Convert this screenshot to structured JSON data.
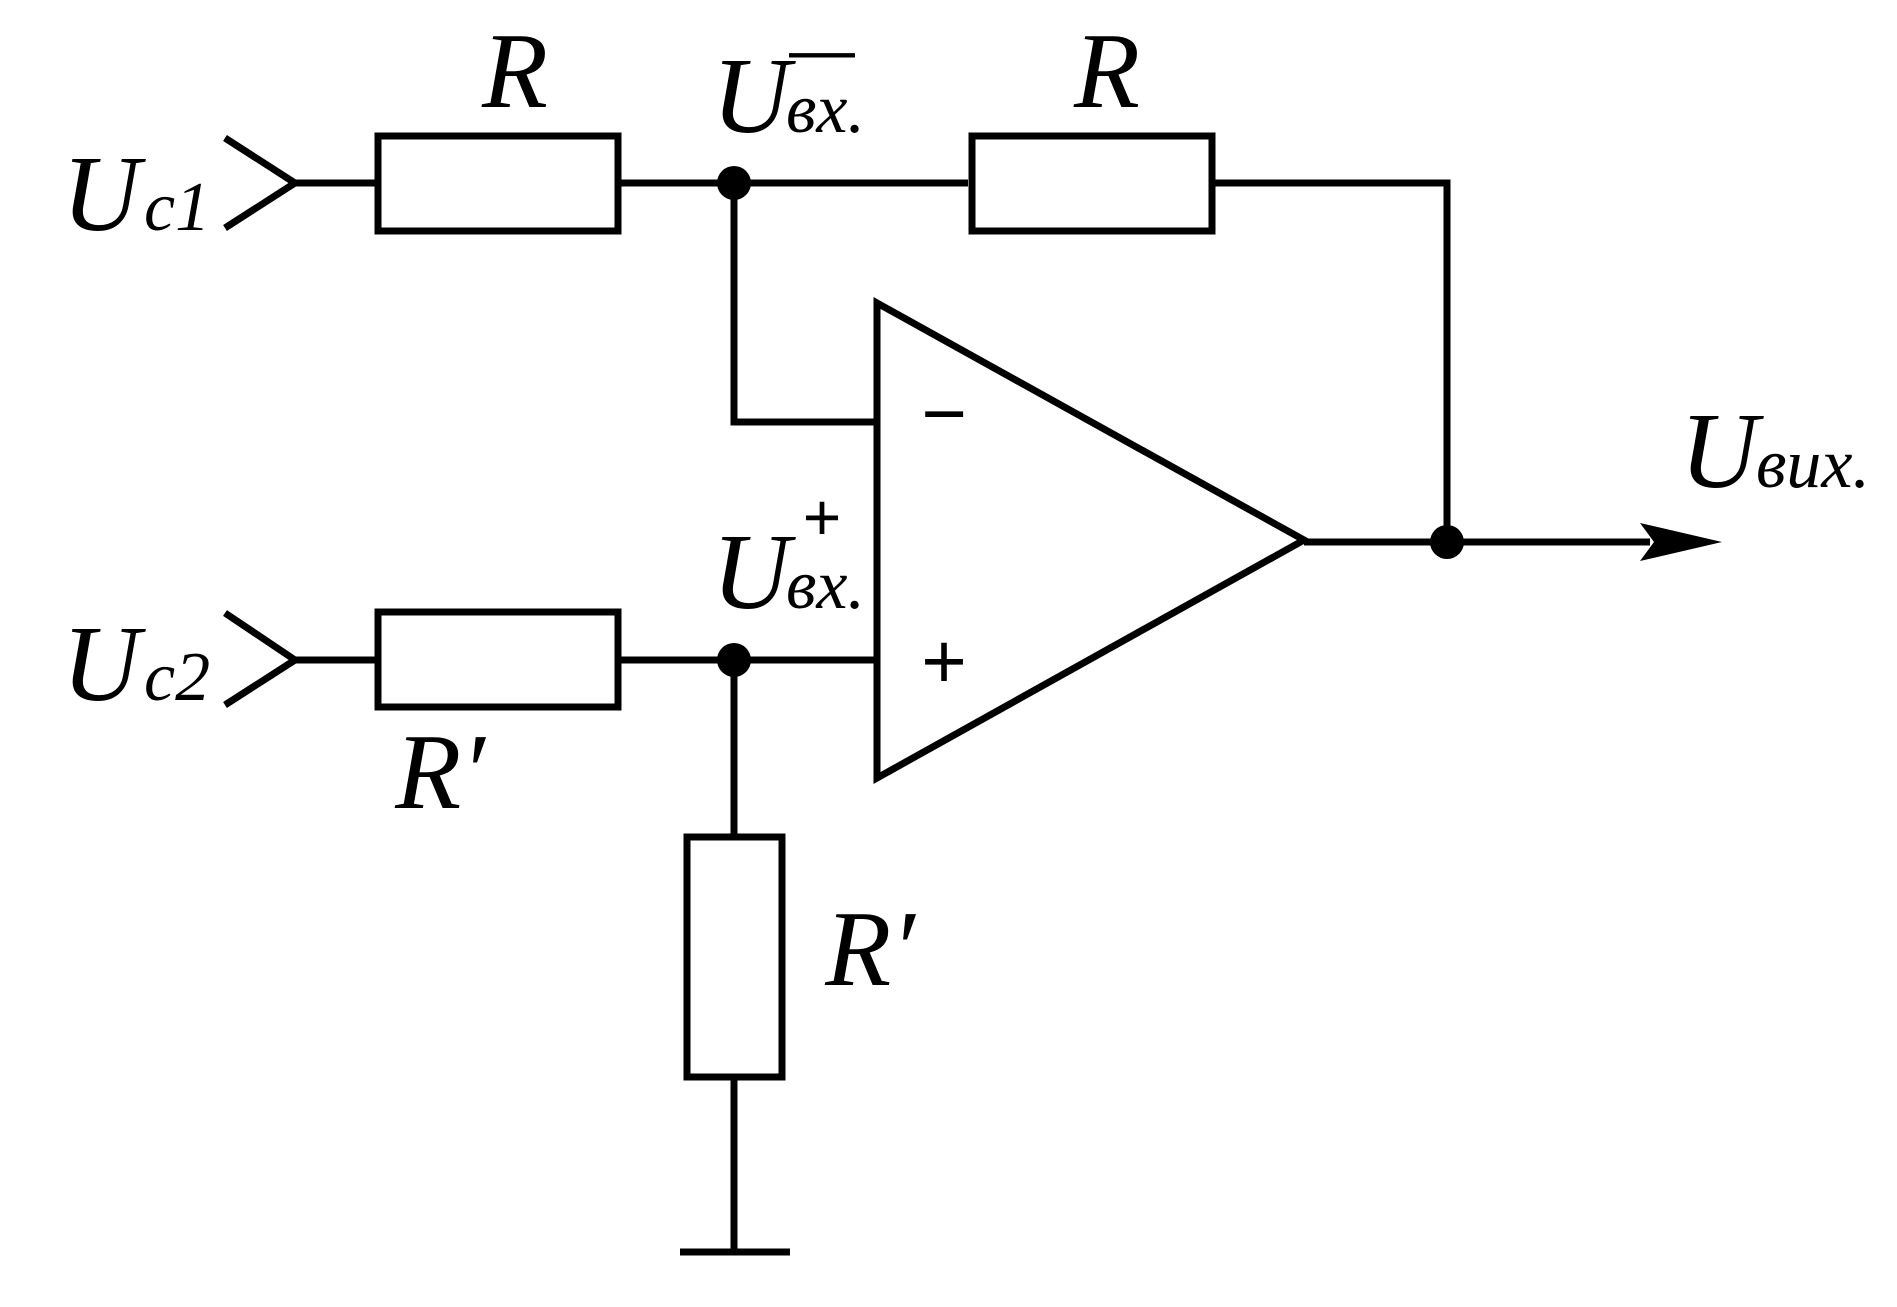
{
  "inputs": {
    "uc1": {
      "main": "U",
      "sub": "c1"
    },
    "uc2": {
      "main": "U",
      "sub": "c2"
    }
  },
  "nodes": {
    "u_minus": {
      "main": "U",
      "sub": "вх.",
      "sup": "—"
    },
    "u_plus": {
      "main": "U",
      "sub": "вх.",
      "sup": "+"
    }
  },
  "output": {
    "main": "U",
    "sub": "вих."
  },
  "resistors": {
    "r_input": "R",
    "r_feedback": "R",
    "r_prime_series": "R′",
    "r_prime_shunt": "R′"
  },
  "opamp": {
    "minus": "−",
    "plus": "+"
  }
}
